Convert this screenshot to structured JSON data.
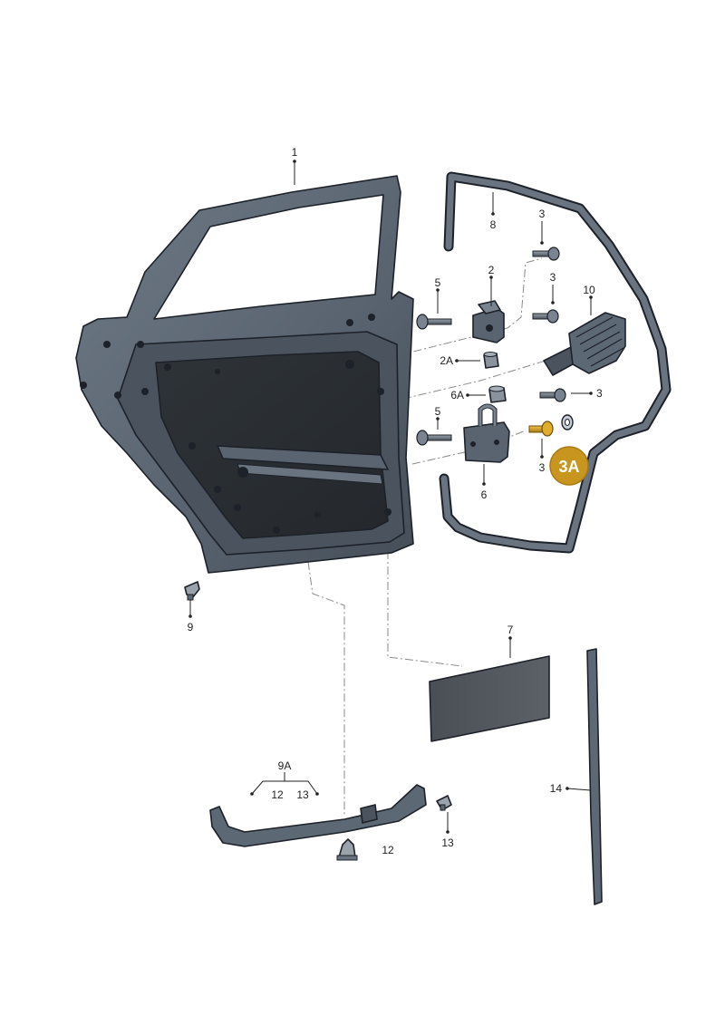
{
  "diagram": {
    "labels": {
      "door_shell": "1",
      "hinge_upper": "2",
      "bushing_upper": "2A",
      "bolt_a": "3",
      "bolt_b": "3",
      "bolt_c": "3",
      "bolt_d": "3",
      "highlight_badge": "3A",
      "screw_upper": "5",
      "screw_lower": "5",
      "hinge_lower": "6",
      "bushing_lower": "6A",
      "insulation_pad": "7",
      "door_seal": "8",
      "clip": "9",
      "trim_group": "9A",
      "trim_group_sub_a": "12",
      "trim_group_sub_b": "13",
      "door_check": "10",
      "expanding_clip": "12",
      "push_clip": "13",
      "window_channel_strip": "14"
    },
    "colors": {
      "door_metal": "#5d6875",
      "door_metal_dark": "#3e4650",
      "door_panel": "#2a2e33",
      "seal": "#6a7480",
      "highlight_part": "#d4a017",
      "badge": "#c8961e",
      "phantom_line": "#8a8a8a"
    }
  }
}
